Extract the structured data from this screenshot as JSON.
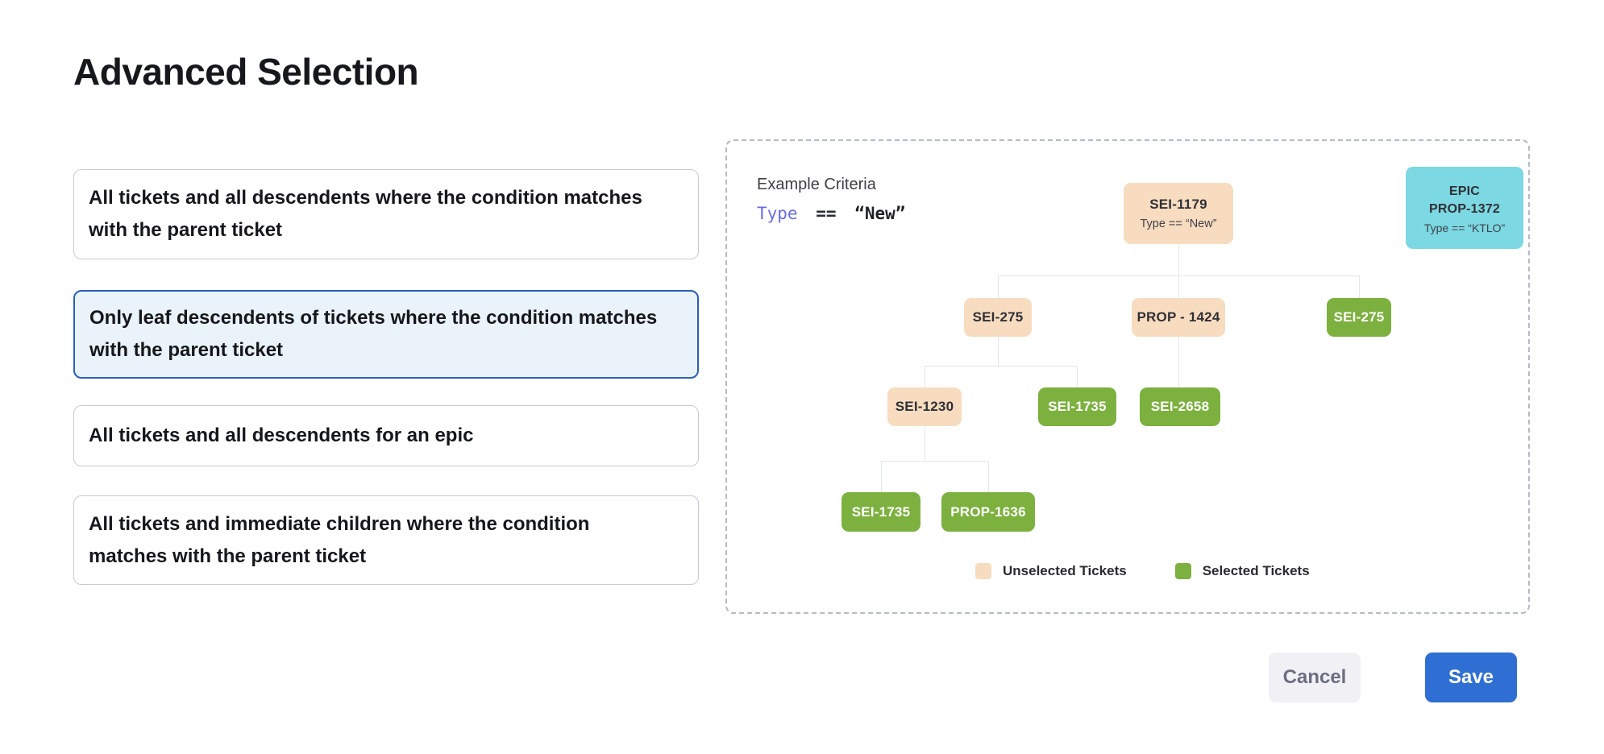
{
  "page": {
    "title": "Advanced Selection"
  },
  "options": {
    "items": [
      {
        "label": "All tickets and all descendents where the condition matches with the parent ticket",
        "selected": false
      },
      {
        "label": "Only leaf descendents of tickets where the condition matches with the parent ticket",
        "selected": true
      },
      {
        "label": "All tickets and all descendents for an epic",
        "selected": false
      },
      {
        "label": "All tickets and immediate children where the condition matches with the parent ticket",
        "selected": false
      }
    ]
  },
  "diagram": {
    "title": "Example Criteria",
    "criteria": {
      "field": "Type",
      "operator": "==",
      "value": "“New”"
    },
    "epic_card": {
      "line1": "EPIC",
      "line2": "PROP-1372",
      "line3": "Type == “KTLO”"
    },
    "root": {
      "id": "SEI-1179",
      "condition": "Type == “New”",
      "state": "unselected"
    },
    "nodes": [
      {
        "id": "SEI-275",
        "state": "unselected"
      },
      {
        "id": "PROP - 1424",
        "state": "unselected"
      },
      {
        "id": "SEI-275",
        "state": "selected"
      },
      {
        "id": "SEI-1230",
        "state": "unselected"
      },
      {
        "id": "SEI-1735",
        "state": "selected"
      },
      {
        "id": "SEI-2658",
        "state": "selected"
      },
      {
        "id": "SEI-1735",
        "state": "selected"
      },
      {
        "id": "PROP-1636",
        "state": "selected"
      }
    ],
    "legend": [
      {
        "label": "Unselected Tickets",
        "color": "#F8DCC0"
      },
      {
        "label": "Selected Tickets",
        "color": "#7DB13F"
      }
    ]
  },
  "footer": {
    "cancel_label": "Cancel",
    "save_label": "Save"
  },
  "colors": {
    "unselected_node": "#F8DCC0",
    "selected_node": "#7DB13F",
    "epic_node": "#7CD8E2",
    "selected_card_border": "#2B5FB7",
    "selected_card_bg": "#EAF3FA",
    "save_button": "#2F6FD3",
    "criteria_field": "#6B6BE8"
  }
}
